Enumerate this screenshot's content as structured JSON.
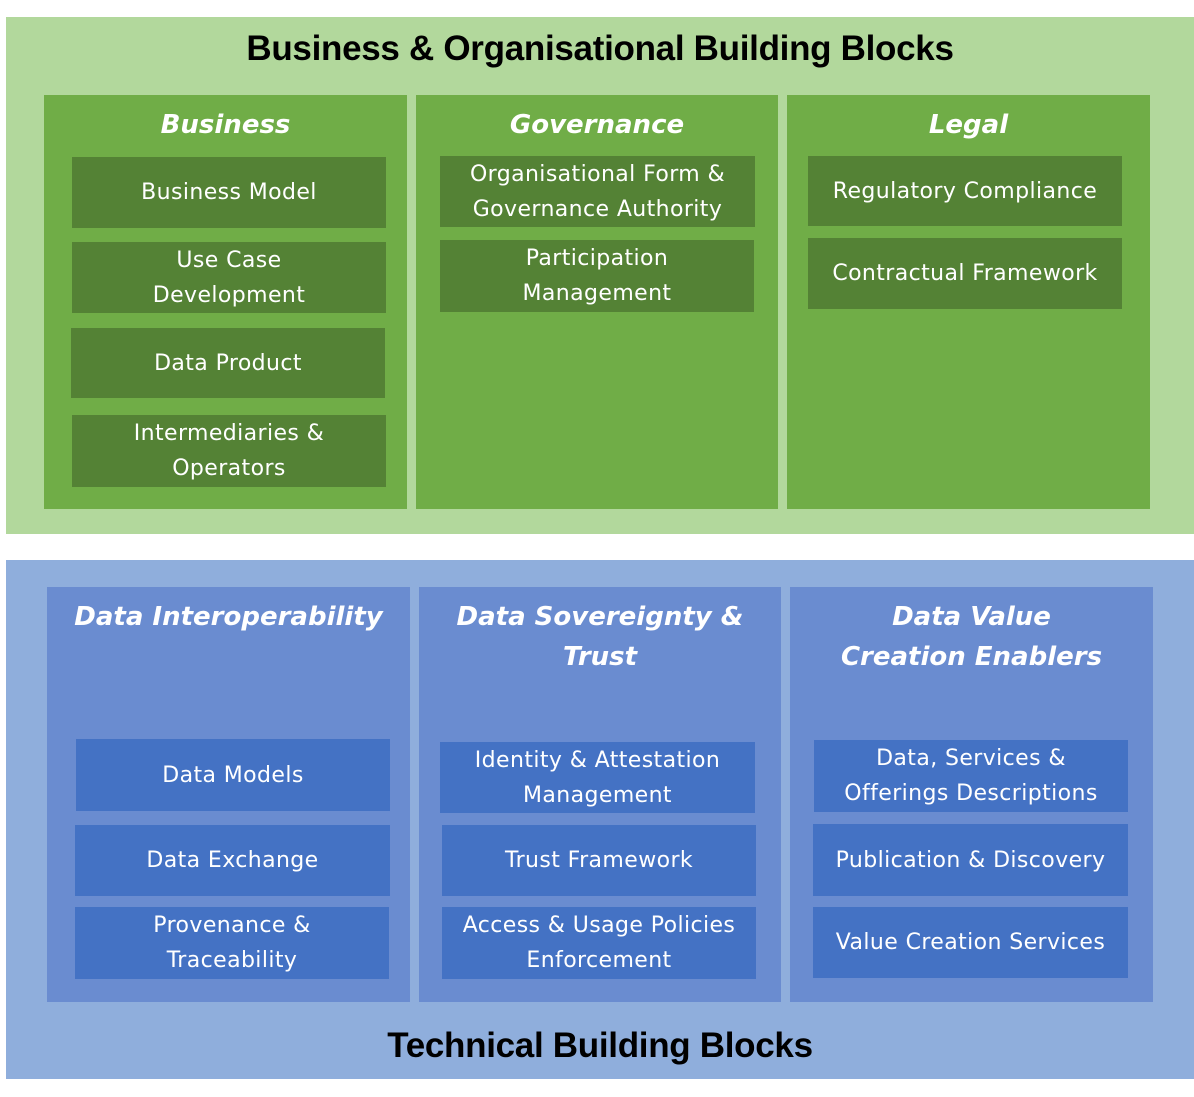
{
  "business_section": {
    "title": "Business & Organisational Building Blocks",
    "columns": [
      {
        "title": "Business",
        "blocks": [
          "Business Model",
          "Use Case Development",
          "Data Product",
          "Intermediaries & Operators"
        ]
      },
      {
        "title": "Governance",
        "blocks": [
          "Organisational Form & Governance Authority",
          "Participation Management"
        ]
      },
      {
        "title": "Legal",
        "blocks": [
          "Regulatory Compliance",
          "Contractual Framework"
        ]
      }
    ]
  },
  "technical_section": {
    "title": "Technical Building Blocks",
    "columns": [
      {
        "title": "Data Interoperability",
        "blocks": [
          "Data Models",
          "Data Exchange",
          "Provenance & Traceability"
        ]
      },
      {
        "title": "Data Sovereignty & Trust",
        "blocks": [
          "Identity & Attestation Management",
          "Trust Framework",
          "Access & Usage Policies Enforcement"
        ]
      },
      {
        "title": "Data Value Creation Enablers",
        "blocks": [
          "Data, Services & Offerings Descriptions",
          "Publication & Discovery",
          "Value Creation Services"
        ]
      }
    ]
  },
  "colors": {
    "business_section_bg": "#b2d89c",
    "business_column_bg": "#70ad47",
    "business_block_bg": "#548235",
    "technical_section_bg": "#8faedc",
    "technical_column_bg": "#6a8cd0",
    "technical_block_bg": "#4472c4"
  }
}
